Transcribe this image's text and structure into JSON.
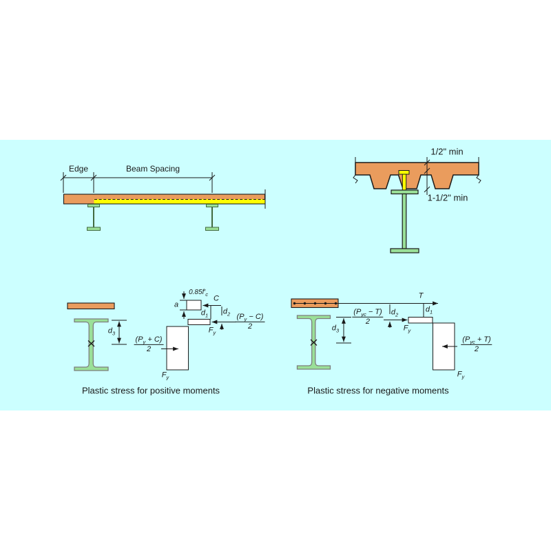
{
  "colors": {
    "page_background": "#ffffff",
    "panel_background": "#ccffff",
    "slab_orange": "#ea9c5d",
    "stud_yellow": "#ffff00",
    "beam_green": "#9ae098",
    "line_dark": "#1a1a1a",
    "beam_outline": "#7d7d7d",
    "tee_outline": "#41693f"
  },
  "beam_layout": {
    "edge_label": "Edge",
    "spacing_label": "Beam Spacing"
  },
  "deck_detail": {
    "cover_label": "1/2\" min",
    "stud_label": "1-1/2\" min"
  },
  "positive": {
    "caption": "Plastic stress for positive moments",
    "concrete_stress": {
      "pre": "0.85f′",
      "sub": "c"
    },
    "dim_a": "a",
    "force_c": "C",
    "dim_d1": {
      "base": "d",
      "sub": "1"
    },
    "dim_d2": {
      "base": "d",
      "sub": "2"
    },
    "dim_d3": {
      "base": "d",
      "sub": "3"
    },
    "fy_flange": {
      "base": "F",
      "sub": "y"
    },
    "fy_web": {
      "base": "F",
      "sub": "y"
    },
    "flange_force": {
      "num_pre": "(P",
      "num_sub": "y",
      "num_post": " − C)",
      "den": "2"
    },
    "web_force": {
      "num_pre": "(P",
      "num_sub": "y",
      "num_post": " + C)",
      "den": "2"
    }
  },
  "negative": {
    "caption": "Plastic stress for negative moments",
    "force_t": "T",
    "dim_d1": {
      "base": "d",
      "sub": "1"
    },
    "dim_d2": {
      "base": "d",
      "sub": "2"
    },
    "dim_d3": {
      "base": "d",
      "sub": "3"
    },
    "fy_flange": {
      "base": "F",
      "sub": "y"
    },
    "fy_web": {
      "base": "F",
      "sub": "y"
    },
    "flange_force": {
      "num_pre": "(P",
      "num_sub": "yc",
      "num_post": " − T)",
      "den": "2"
    },
    "web_force": {
      "num_pre": "(P",
      "num_sub": "yc",
      "num_post": " + T)",
      "den": "2"
    }
  }
}
